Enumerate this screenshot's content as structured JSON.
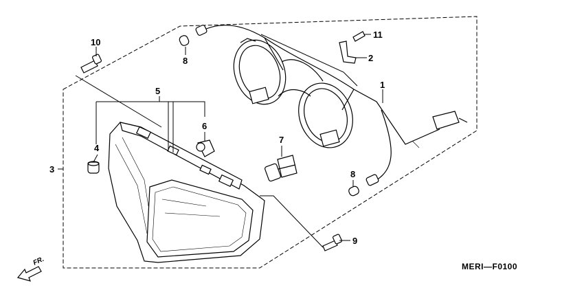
{
  "diagram": {
    "code": "MERI—F0100",
    "direction_label": "FR.",
    "callouts": [
      {
        "id": "c1",
        "label": "1"
      },
      {
        "id": "c2",
        "label": "2"
      },
      {
        "id": "c3",
        "label": "3"
      },
      {
        "id": "c4",
        "label": "4"
      },
      {
        "id": "c5",
        "label": "5"
      },
      {
        "id": "c6",
        "label": "6"
      },
      {
        "id": "c7",
        "label": "7"
      },
      {
        "id": "c8a",
        "label": "8"
      },
      {
        "id": "c8b",
        "label": "8"
      },
      {
        "id": "c9",
        "label": "9"
      },
      {
        "id": "c10",
        "label": "10"
      },
      {
        "id": "c11",
        "label": "11"
      }
    ],
    "icons": [
      "front-direction-arrow-icon"
    ]
  }
}
